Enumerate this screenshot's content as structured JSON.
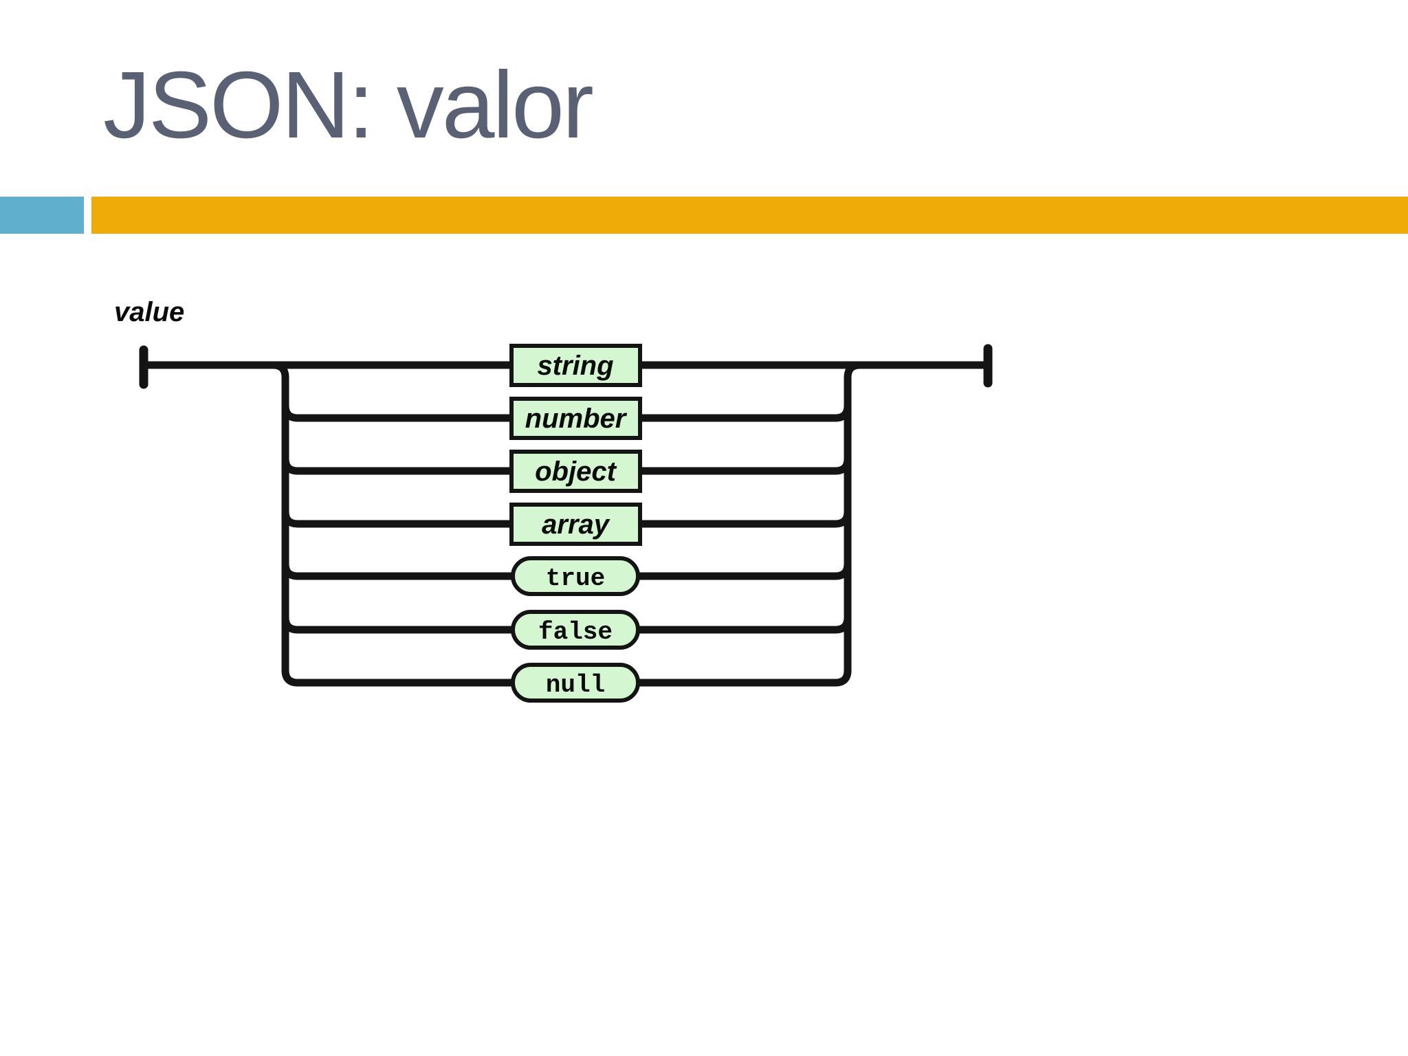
{
  "slide": {
    "title": "JSON: valor",
    "diagram": {
      "type": "railroad-syntax-diagram",
      "heading_label": "value",
      "branches": [
        {
          "label": "string",
          "shape": "rect"
        },
        {
          "label": "number",
          "shape": "rect"
        },
        {
          "label": "object",
          "shape": "rect"
        },
        {
          "label": "array",
          "shape": "rect"
        },
        {
          "label": "true",
          "shape": "pill"
        },
        {
          "label": "false",
          "shape": "pill"
        },
        {
          "label": "null",
          "shape": "pill"
        }
      ]
    },
    "colors": {
      "background": "#FFFFFF",
      "title_text": "#5A6175",
      "accent_bar": "#EFAC08",
      "accent_square": "#60B0CD",
      "diagram_line": "#141414",
      "node_fill": "#D4F7D2",
      "node_border": "#141414"
    }
  }
}
